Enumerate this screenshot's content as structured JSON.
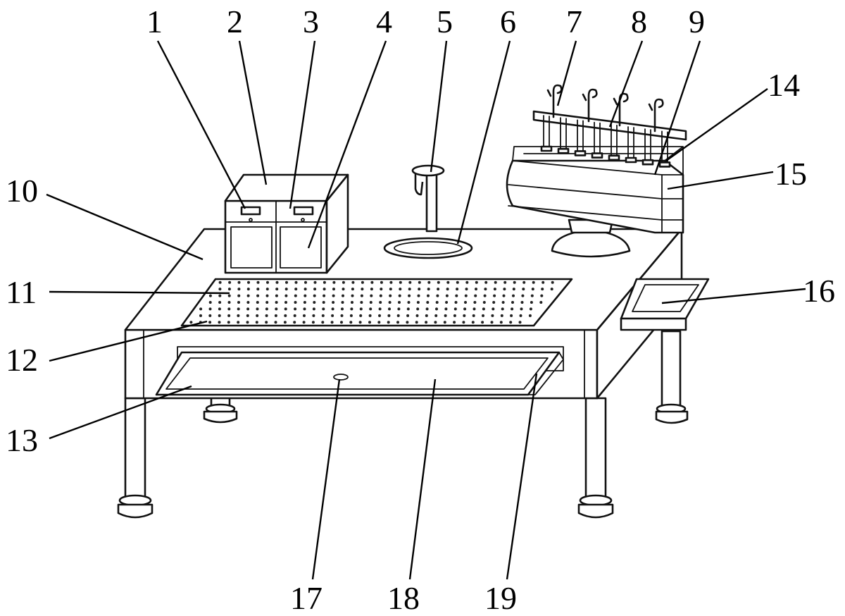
{
  "labels": {
    "l1": "1",
    "l2": "2",
    "l3": "3",
    "l4": "4",
    "l5": "5",
    "l6": "6",
    "l7": "7",
    "l8": "8",
    "l9": "9",
    "l10": "10",
    "l11": "11",
    "l12": "12",
    "l13": "13",
    "l14": "14",
    "l15": "15",
    "l16": "16",
    "l17": "17",
    "l18": "18",
    "l19": "19"
  },
  "colors": {
    "line": "#111111",
    "background": "#ffffff"
  }
}
